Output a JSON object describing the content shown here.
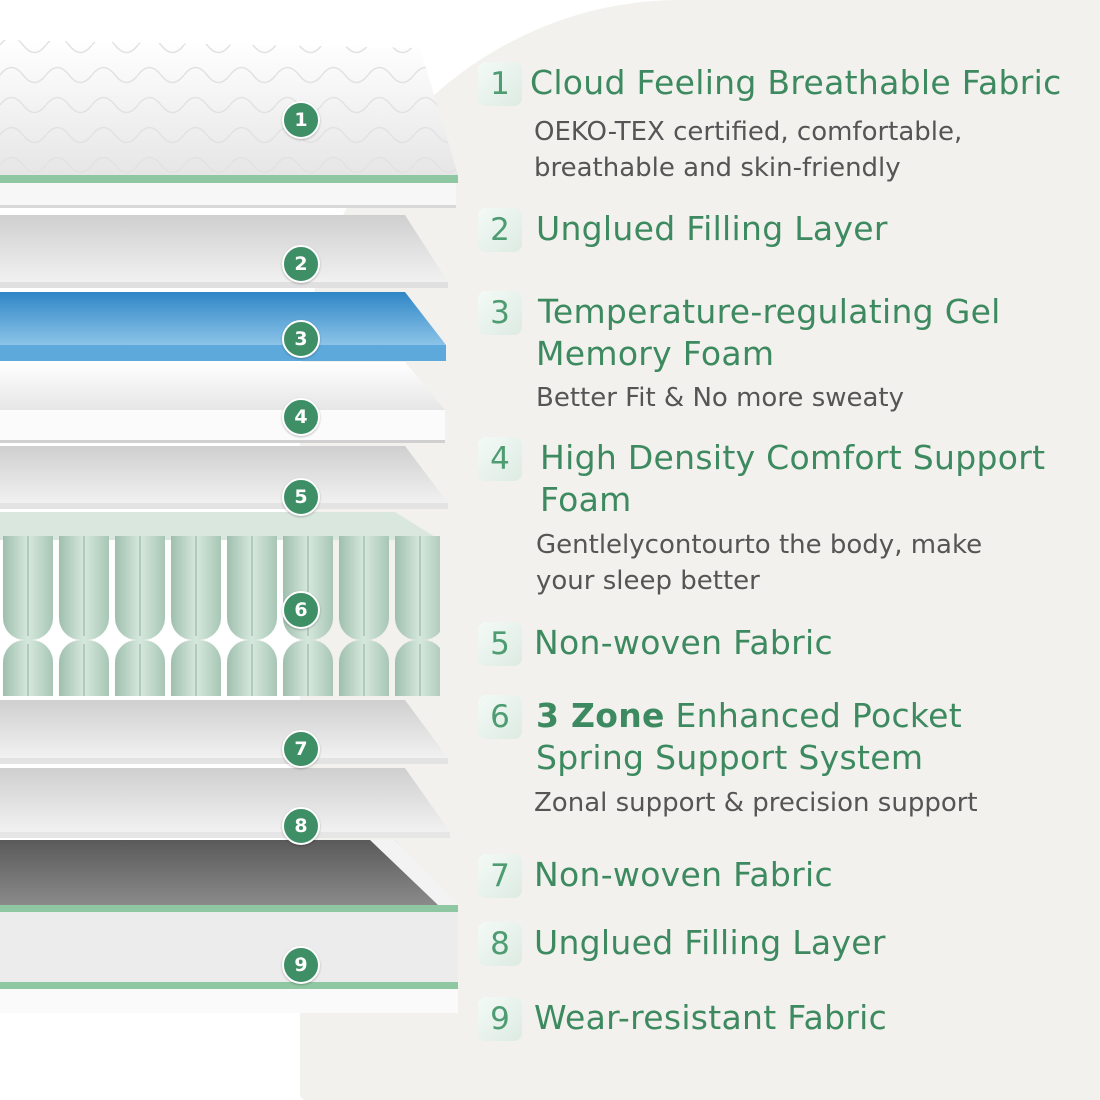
{
  "colors": {
    "accent_green": "#3d8a60",
    "badge_green": "#3f8f66",
    "gel_blue": "#4a9bd4",
    "spring_mint": "#bcd7c8",
    "panel_bg": "#f2f1ed"
  },
  "layers": [
    {
      "number": "1",
      "title": "Cloud Feeling Breathable Fabric",
      "description_lines": [
        "OEKO-TEX certified, comfortable,",
        "breathable and skin-friendly"
      ]
    },
    {
      "number": "2",
      "title": "Unglued Filling Layer"
    },
    {
      "number": "3",
      "title_lines": [
        "Temperature-regulating Gel",
        "Memory Foam"
      ],
      "description_lines": [
        "Better Fit & No more sweaty"
      ]
    },
    {
      "number": "4",
      "title_lines": [
        "High Density Comfort Support",
        "Foam"
      ],
      "description_lines": [
        "Gentlelycontourto the body, make",
        "your sleep better"
      ]
    },
    {
      "number": "5",
      "title": "Non-woven Fabric"
    },
    {
      "number": "6",
      "title_bold": "3 Zone",
      "title_rest": " Enhanced Pocket",
      "title_line2": "Spring Support System",
      "description_lines": [
        "Zonal support & precision support"
      ]
    },
    {
      "number": "7",
      "title": "Non-woven Fabric"
    },
    {
      "number": "8",
      "title": "Unglued Filling Layer"
    },
    {
      "number": "9",
      "title": "Wear-resistant Fabric"
    }
  ]
}
